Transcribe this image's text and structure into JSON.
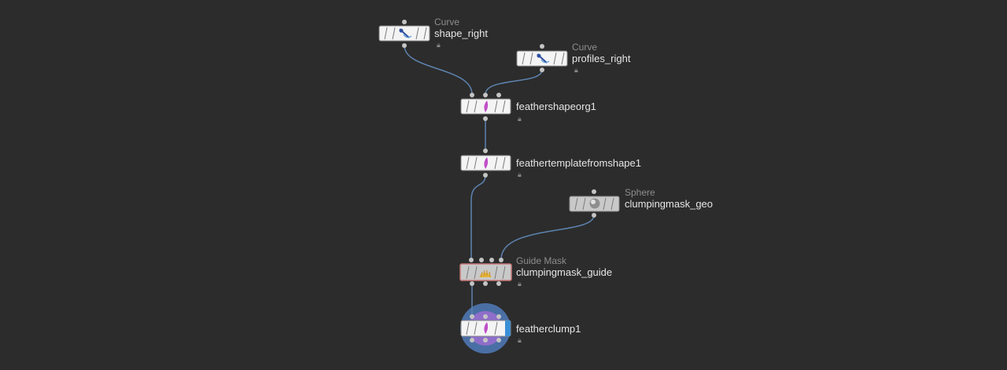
{
  "network": {
    "background": "#2c2c2c",
    "wire_color": "#5d83b0",
    "display_flag_color": "#3a8fd6",
    "nodes": [
      {
        "id": "shape_right",
        "name": "shape_right",
        "type": "Curve",
        "icon": "curve-pen-icon",
        "locked": true
      },
      {
        "id": "profiles_right",
        "name": "profiles_right",
        "type": "Curve",
        "icon": "curve-pen-icon",
        "locked": true
      },
      {
        "id": "feathershapeorg1",
        "name": "feathershapeorg1",
        "type": "",
        "icon": "feather-icon",
        "locked": true
      },
      {
        "id": "feathertemplatefromshape1",
        "name": "feathertemplatefromshape1",
        "type": "",
        "icon": "feather-icon",
        "locked": true
      },
      {
        "id": "clumpingmask_geo",
        "name": "clumpingmask_geo",
        "type": "Sphere",
        "icon": "sphere-icon",
        "locked": true
      },
      {
        "id": "clumpingmask_guide",
        "name": "clumpingmask_guide",
        "type": "Guide Mask",
        "icon": "guide-mask-icon",
        "locked": true
      },
      {
        "id": "featherclump1",
        "name": "featherclump1",
        "type": "",
        "icon": "feather-icon",
        "locked": true,
        "display_flag": true
      }
    ]
  }
}
